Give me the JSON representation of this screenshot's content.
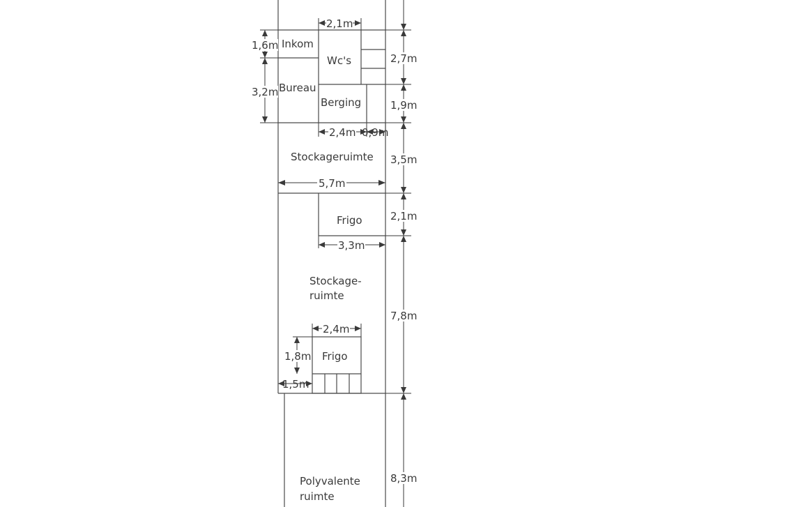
{
  "rooms": {
    "inkom": "Inkom",
    "wcs": "Wc's",
    "bureau": "Bureau",
    "berging": "Berging",
    "stockageruimte": "Stockageruimte",
    "frigo_1": "Frigo",
    "stockage_line1": "Stockage-",
    "stockage_line2": "ruimte",
    "frigo_2": "Frigo",
    "polyvalente_line1": "Polyvalente",
    "polyvalente_line2": "ruimte"
  },
  "dimensions": {
    "wc_width": "2,1m",
    "inkom_height": "1,6m",
    "bureau_height": "3,2m",
    "right_wc": "2,7m",
    "right_berging": "1,9m",
    "berging_width": "2,4m",
    "small_width": "0,9m",
    "right_stockage": "3,5m",
    "stockage_width": "5,7m",
    "right_frigo": "2,1m",
    "frigo_width": "3,3m",
    "right_stockage2": "7,8m",
    "frigo2_width": "2,4m",
    "frigo2_height": "1,8m",
    "frigo2_offset": "1,5m",
    "right_polyvalente": "8,3m"
  }
}
